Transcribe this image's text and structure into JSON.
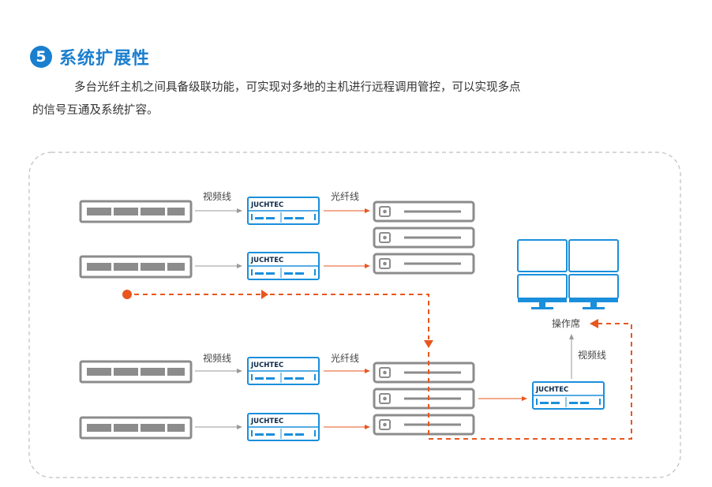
{
  "header": {
    "number": "5",
    "title": "系统扩展性",
    "desc_line1": "多台光纤主机之间具备级联功能，可实现对多地的主机进行远程调用管控，可以实现多点",
    "desc_line2": "的信号互通及系统扩容。"
  },
  "diagram": {
    "label_video": "视频线",
    "label_fiber": "光纤线",
    "label_console": "操作席",
    "brand": "JUCHTEC"
  },
  "colors": {
    "accent": "#1a7fcf",
    "link": "#e8561e",
    "gray": "#8c8c8c"
  }
}
